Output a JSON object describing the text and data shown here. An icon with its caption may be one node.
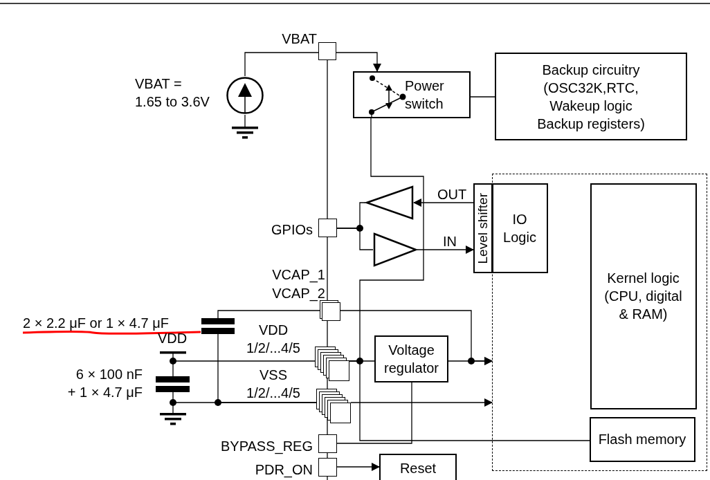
{
  "diagram": {
    "nodes": [
      {
        "text": [],
        "shape": "circle",
        "beside": [
          "VBAT = 1.65 to 3.6V"
        ]
      },
      {
        "text": [],
        "shape": "box",
        "beside": [
          "VBAT"
        ]
      },
      {
        "text": [
          "Power switch"
        ]
      },
      {
        "text": [
          "Backup circuitry (OSC32K,RTC, Wakeup logic Backup registers)"
        ]
      },
      {
        "text": [],
        "shape": "box",
        "beside": [
          "GPIOs"
        ]
      },
      {
        "text": [],
        "shape": "triangle"
      },
      {
        "text": [],
        "shape": "triangle"
      },
      {
        "text": [
          "Level shifter"
        ]
      },
      {
        "text": [],
        "shape": "box"
      },
      {
        "text": [
          "IO Logic"
        ],
        "in": 8
      },
      {
        "text": [
          "Kernel logic (CPU, digital & RAM)"
        ],
        "in": 8
      },
      {
        "text": [],
        "shape": "box",
        "beside": [
          "VCAP_1",
          "VCAP_2"
        ]
      },
      {
        "text": [],
        "shape": "capacitor",
        "beside": [
          "2 × 2.2 μF or 1 × 4.7 μF"
        ]
      },
      {
        "text": [],
        "shape": "box",
        "beside": [
          "VDD 1/2/...4/5"
        ]
      },
      {
        "text": [],
        "shape": "box",
        "beside": [
          "VSS 1/2/...4/5"
        ]
      },
      {
        "text": [],
        "shape": "capacitor",
        "beside": [
          "6 × 100 nF + 1 × 4.7 μF"
        ]
      },
      {
        "text": [
          "Voltage regulator"
        ]
      },
      {
        "text": [
          "Flash memory"
        ],
        "in": 8
      },
      {
        "text": [],
        "shape": "box",
        "beside": [
          "BYPASS_REG"
        ]
      },
      {
        "text": [],
        "shape": "box",
        "beside": [
          "PDR_ON"
        ]
      },
      {
        "text": [
          "Reset"
        ]
      }
    ],
    "edges": [
      {
        "from": 0,
        "to": 1,
        "arrow": "none"
      },
      {
        "from": 1,
        "to": 2,
        "arrow": "to"
      },
      {
        "from": 2,
        "to": 3,
        "arrow": "none"
      },
      {
        "from": 13,
        "to": 2,
        "arrow": "none"
      },
      {
        "from": 13,
        "to": 17,
        "arrow": "none"
      },
      {
        "from": 4,
        "to": 5,
        "arrow": "none"
      },
      {
        "from": 4,
        "to": 6,
        "arrow": "none"
      },
      {
        "from": 7,
        "to": 5,
        "arrow": "to",
        "label": "OUT"
      },
      {
        "from": 6,
        "to": 7,
        "arrow": "to",
        "label": "IN"
      },
      {
        "from": 11,
        "to": 8,
        "arrow": "to"
      },
      {
        "from": 16,
        "to": 8,
        "arrow": "to"
      },
      {
        "from": 12,
        "to": 11,
        "arrow": "none"
      },
      {
        "from": 12,
        "to": 14,
        "arrow": "none"
      },
      {
        "from": 13,
        "to": 16,
        "arrow": "none"
      },
      {
        "from": 14,
        "to": 8,
        "arrow": "to"
      },
      {
        "from": 15,
        "to": 13,
        "arrow": "none"
      },
      {
        "from": 15,
        "to": 14,
        "arrow": "none"
      },
      {
        "from": 16,
        "to": 18,
        "arrow": "none"
      },
      {
        "from": 19,
        "to": 20,
        "arrow": "to"
      }
    ],
    "labels": [
      "VDD"
    ]
  }
}
